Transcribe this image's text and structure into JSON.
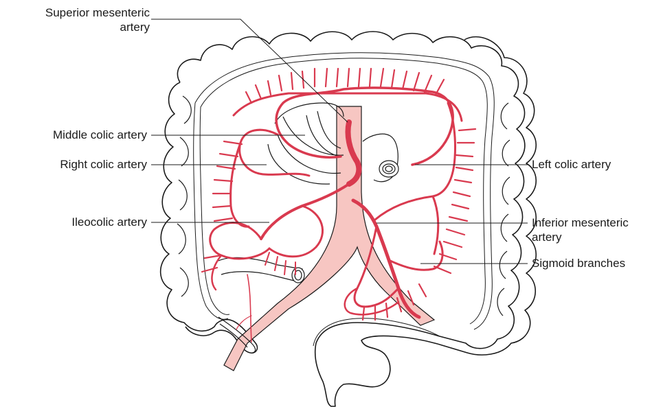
{
  "labels": {
    "superior_line1": "Superior mesenteric",
    "superior_line2": "artery",
    "middle_colic": "Middle colic artery",
    "right_colic": "Right colic artery",
    "ileocolic": "Ileocolic artery",
    "left_colic": "Left colic artery",
    "inferior_line1": "Inferior mesenteric",
    "inferior_line2": "artery",
    "sigmoid": "Sigmoid branches"
  },
  "colors": {
    "artery": "#d93a4f",
    "aorta_fill": "#f7c6c2",
    "outline": "#1a1a1a"
  }
}
